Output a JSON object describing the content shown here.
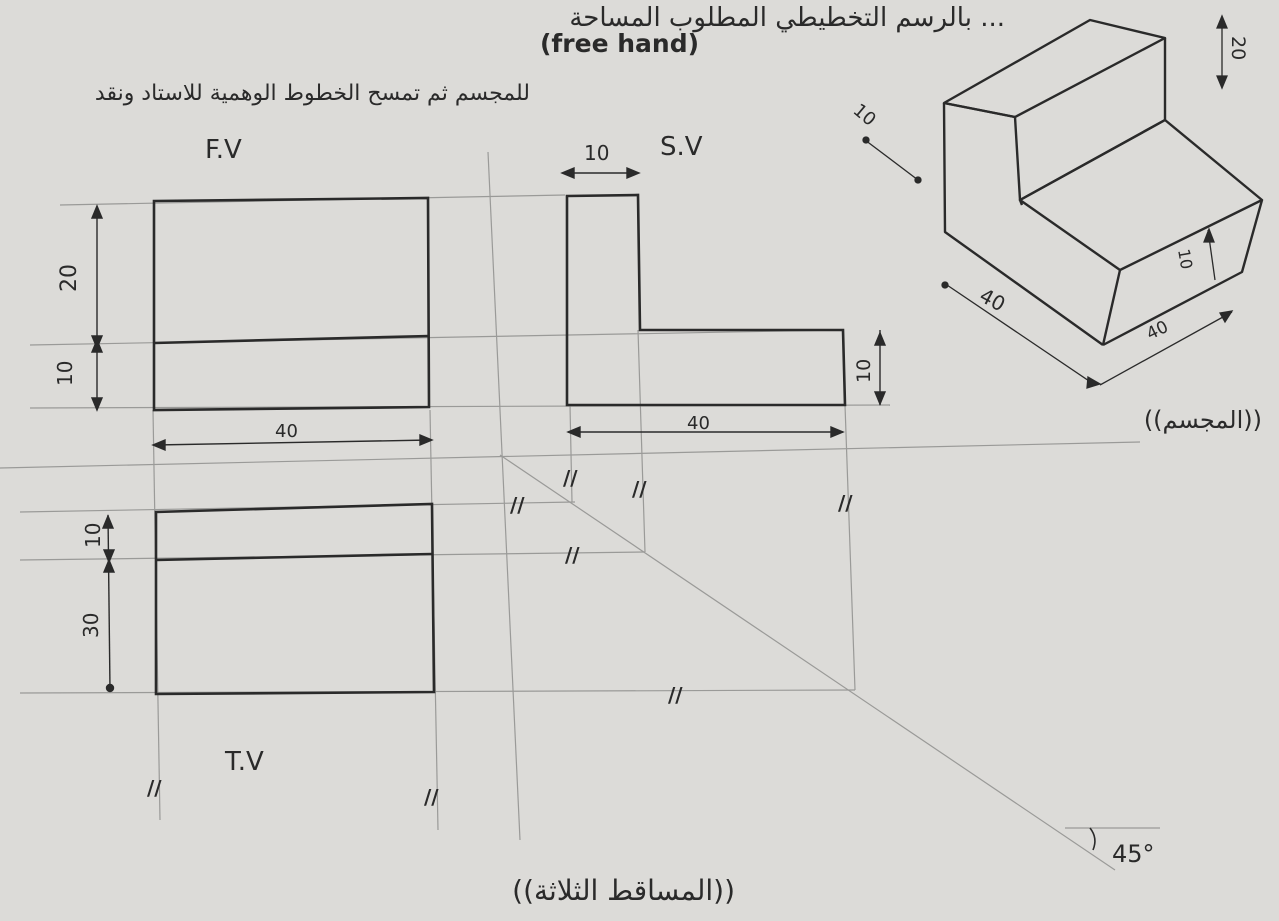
{
  "instruction": {
    "line1": "... بالرسم التخطيطي المطلوب المساحة",
    "line2_arabic": "للمجسم ثم تمسح الخطوط الوهمية للاستاد ونقد",
    "free_hand": "(free hand)"
  },
  "views": {
    "front_label": "F.V",
    "side_label": "S.V",
    "top_label": "T.V"
  },
  "dimensions": {
    "fv_height_upper": "20",
    "fv_height_lower": "10",
    "fv_width": "40",
    "sv_top_width": "10",
    "sv_width": "40",
    "sv_step_height": "10",
    "tv_depth_top": "10",
    "tv_depth_rest": "30",
    "iso_top_height": "20",
    "iso_top_depth": "10",
    "iso_width_left": "40",
    "iso_width_right": "40",
    "iso_step": "10"
  },
  "marks": {
    "parallel": "//",
    "angle": "45°"
  },
  "captions": {
    "solid": "((المجسم))",
    "three_projections": "((المساقط الثلاثة))"
  },
  "colors": {
    "paper": "#dcdbd8",
    "ink": "#2a2a2a",
    "construction": "#9a9a98"
  }
}
